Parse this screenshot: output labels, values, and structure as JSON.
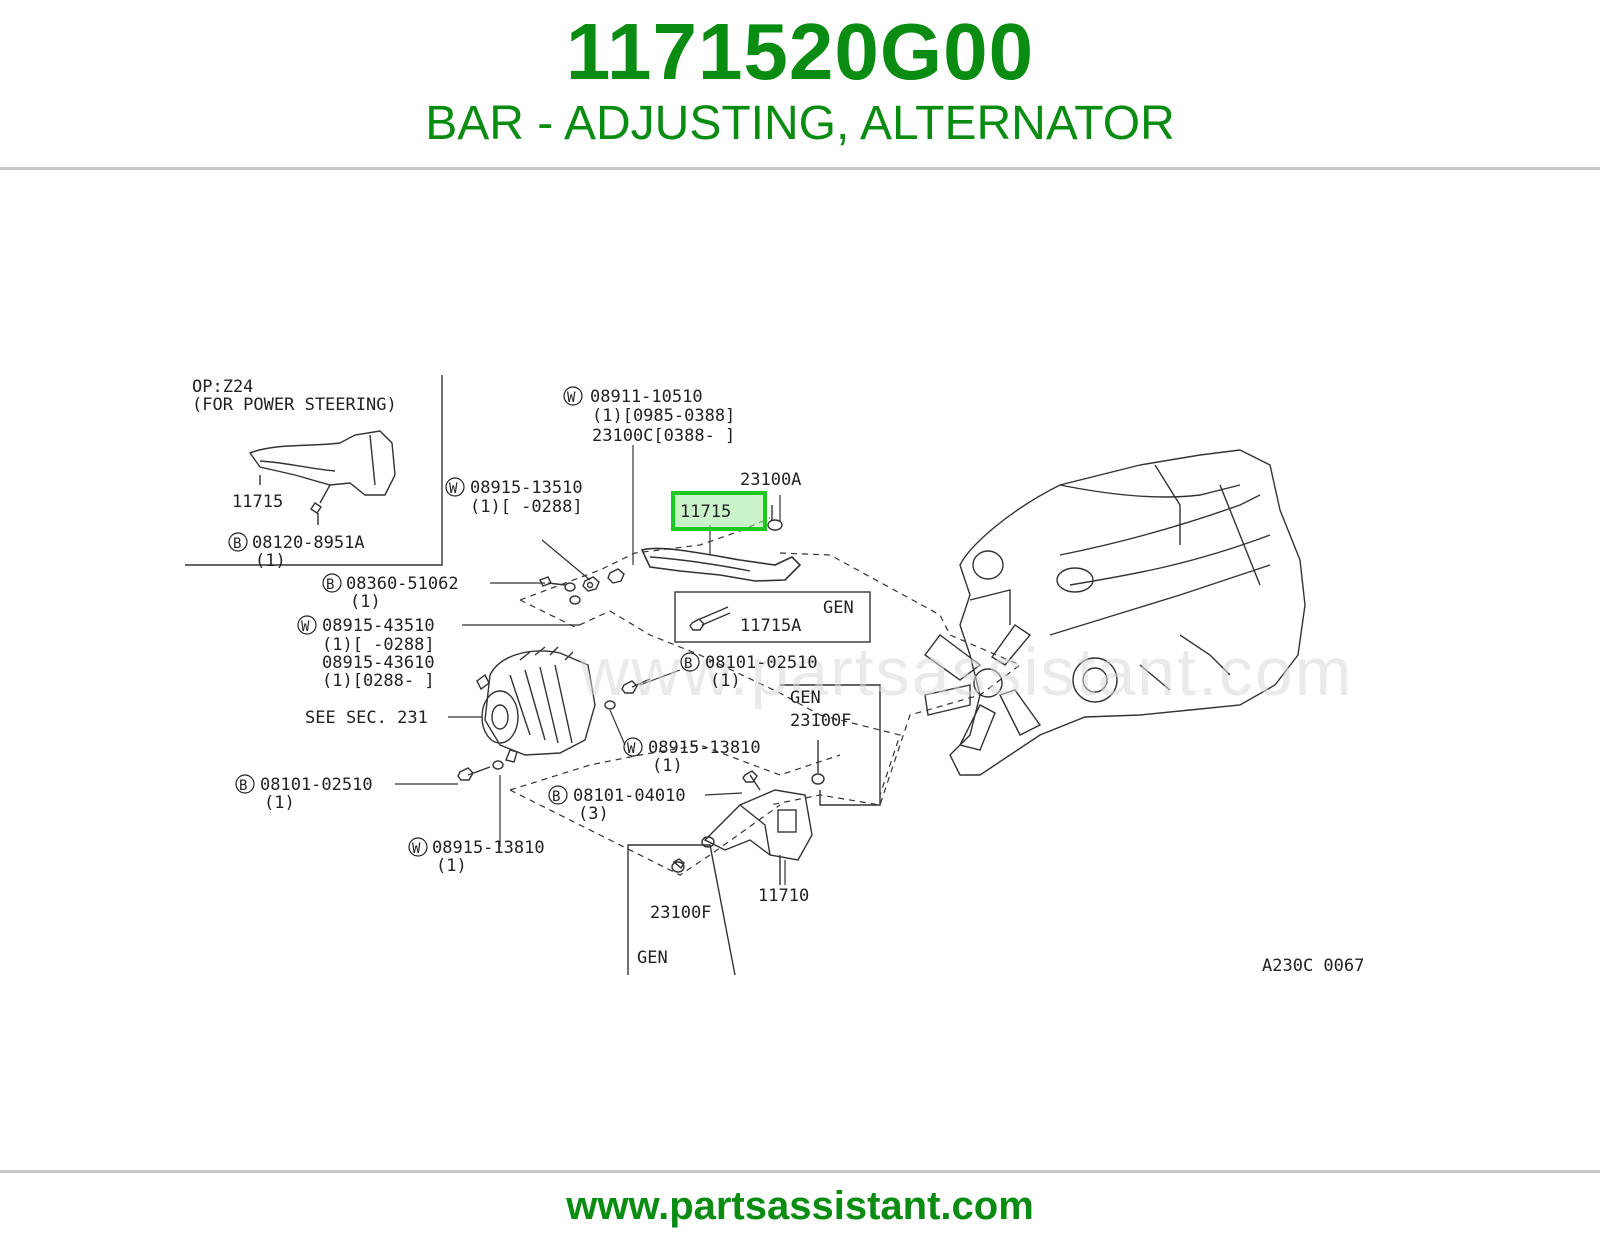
{
  "header": {
    "part_number": "1171520G00",
    "part_name": "BAR - ADJUSTING, ALTERNATOR"
  },
  "diagram": {
    "watermark": "www.partsassistant.com",
    "drawing_code": "A230C 0067",
    "highlight_color": "#2ecc2e",
    "inset": {
      "line1": "OP:Z24",
      "line2": "(FOR POWER STEERING)",
      "part_bar": "11715",
      "bolt_code": "08120-8951A",
      "bolt_prefix": "B",
      "bolt_qty": "(1)"
    },
    "labels": {
      "w08911_prefix": "W",
      "w08911_l1": "08911-10510",
      "w08911_l2": "(1)[0985-0388]",
      "w08911_l3": "23100C[0388-     ]",
      "w08915_13510_prefix": "W",
      "w08915_13510_l1": "08915-13510",
      "w08915_13510_l2": "(1)[   -0288]",
      "p23100a": "23100A",
      "p11715": "11715",
      "b08360_prefix": "B",
      "b08360_l1": "08360-51062",
      "b08360_l2": "(1)",
      "gen_box_1": "GEN",
      "p11715a": "11715A",
      "w08915_43510_prefix": "W",
      "w08915_43510_l1": "08915-43510",
      "w08915_43510_l2": "(1)[   -0288]",
      "w08915_43510_l3": "08915-43610",
      "w08915_43510_l4": "(1)[0288-   ]",
      "b08101_top_prefix": "B",
      "b08101_top_l1": "08101-02510",
      "b08101_top_l2": "(1)",
      "see_sec": "SEE SEC. 231",
      "gen_box_2": "GEN",
      "p23100f_box": "23100F",
      "w08915_13810_a_prefix": "W",
      "w08915_13810_a_l1": "08915-13810",
      "w08915_13810_a_l2": "(1)",
      "b08101_left_prefix": "B",
      "b08101_left_l1": "08101-02510",
      "b08101_left_l2": "(1)",
      "b08101_04010_prefix": "B",
      "b08101_04010_l1": "08101-04010",
      "b08101_04010_l2": "(3)",
      "w08915_13810_b_prefix": "W",
      "w08915_13810_b_l1": "08915-13810",
      "w08915_13810_b_l2": "(1)",
      "p11710": "11710",
      "p23100f_bottom": "23100F",
      "gen_bottom": "GEN"
    }
  },
  "footer": {
    "url": "www.partsassistant.com"
  }
}
